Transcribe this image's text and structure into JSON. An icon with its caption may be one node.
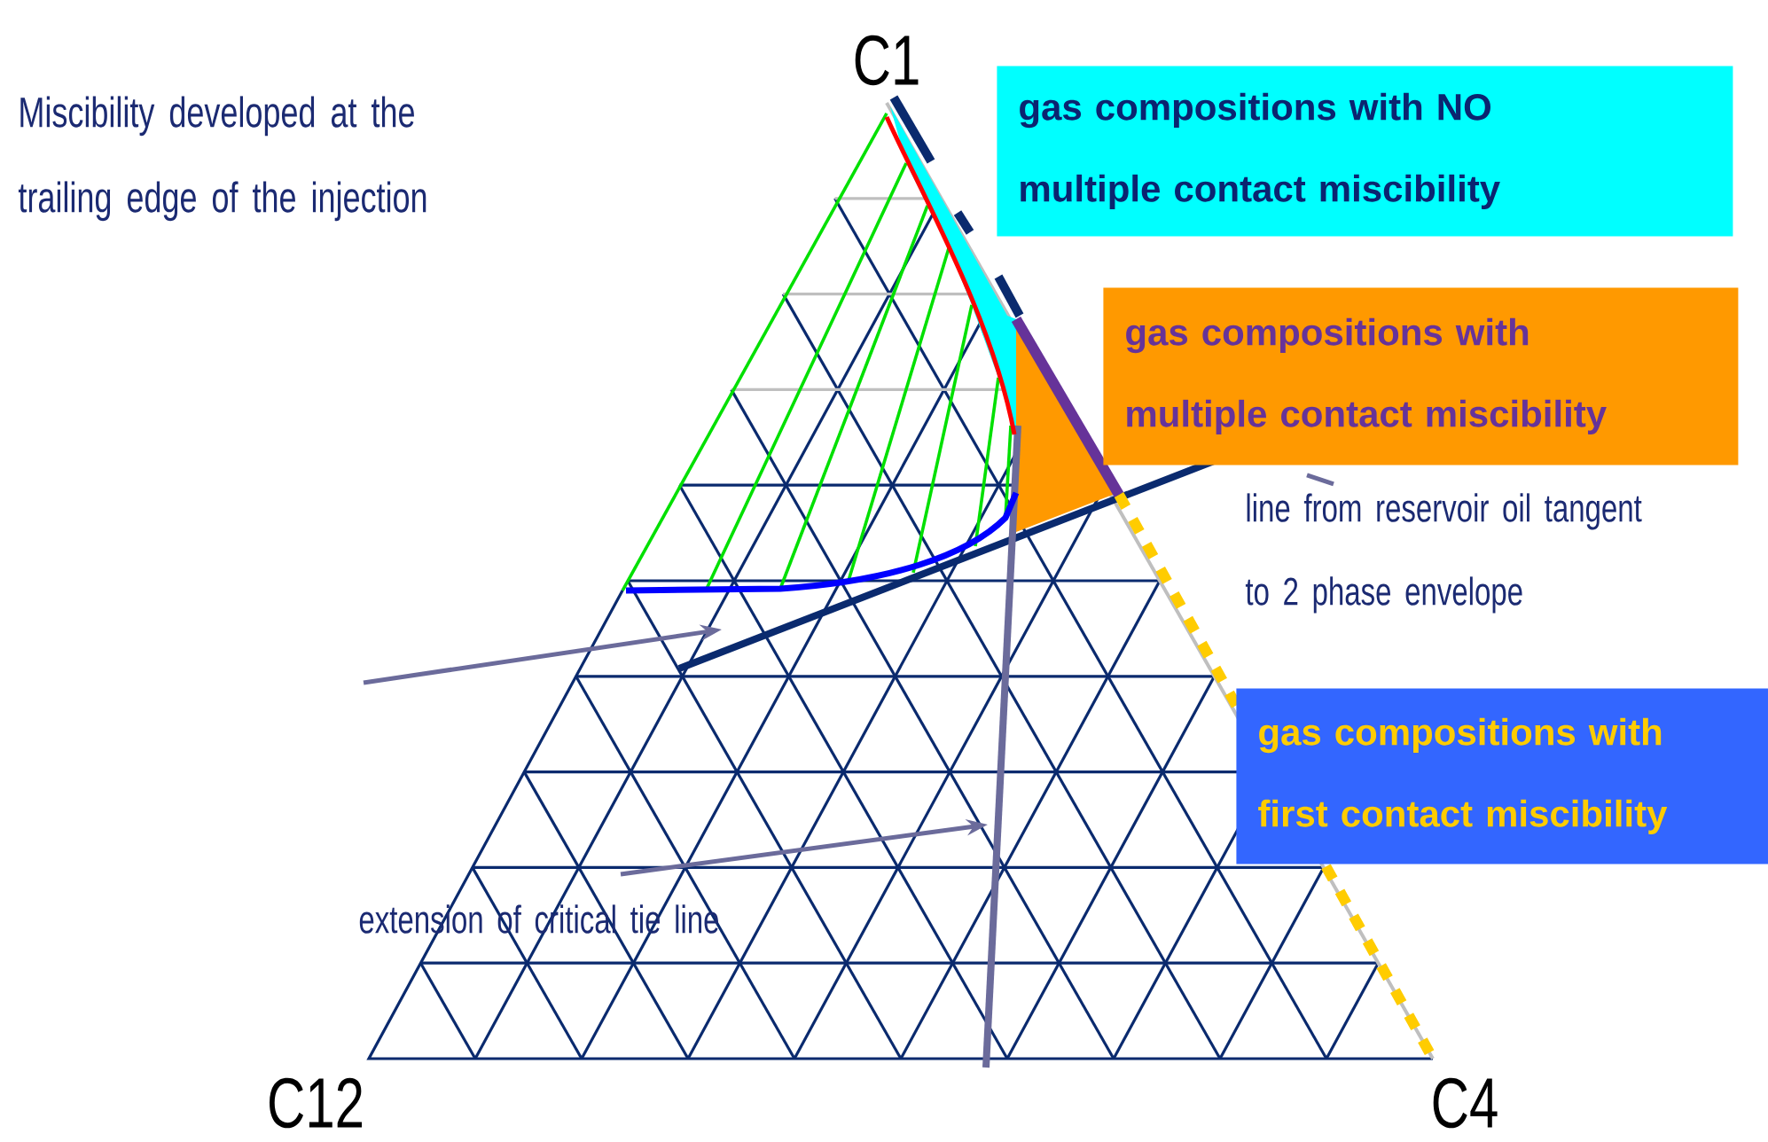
{
  "diagram": {
    "nodes": [
      {
        "text": [
          "Miscibility developed at the trailing edge of the injection"
        ]
      },
      {
        "text": [
          "gas compositions with NO multiple contact miscibility"
        ]
      },
      {
        "text": [
          "gas compositions with multiple contact miscibility"
        ]
      },
      {
        "text": [
          "gas compositions with first contact miscibility"
        ]
      },
      {
        "text": [
          "line from reservoir oil tangent to 2 phase envelope"
        ]
      },
      {
        "text": [
          "extension of critical tie line"
        ]
      }
    ],
    "edges": [
      {
        "from": 4,
        "to": null,
        "arrow": "none"
      },
      {
        "from": 5,
        "to": null,
        "arrow": "to"
      }
    ],
    "labels": [
      "C1",
      "C12",
      "C4"
    ]
  }
}
